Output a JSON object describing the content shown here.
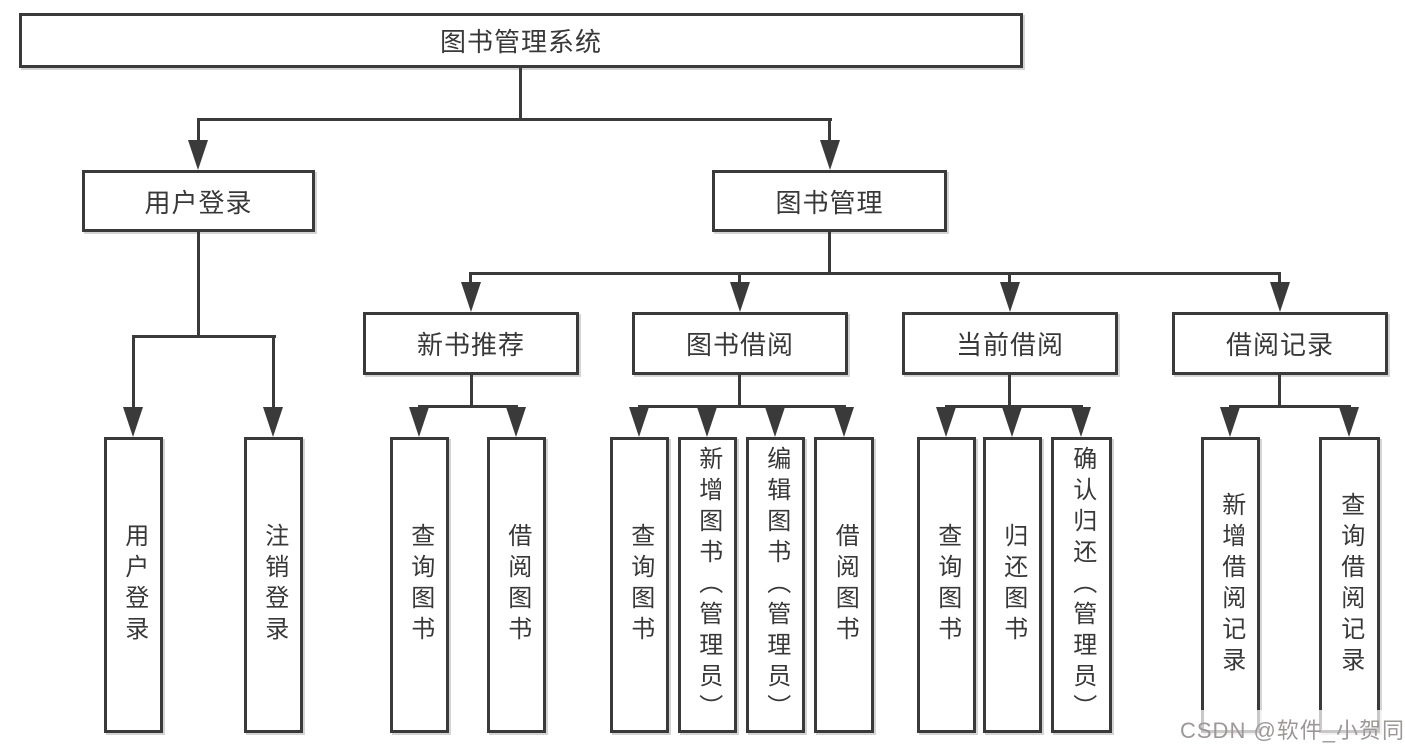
{
  "diagram": {
    "root_label": "图书管理系统",
    "level2": {
      "user_login": "用户登录",
      "book_mgmt": "图书管理"
    },
    "level3": {
      "new_books": "新书推荐",
      "book_borrow": "图书借阅",
      "current_borrow": "当前借阅",
      "borrow_records": "借阅记录"
    },
    "leaves": {
      "user_login": [
        "用户登录",
        "注销登录"
      ],
      "new_books": [
        "查询图书",
        "借阅图书"
      ],
      "book_borrow": [
        "查询图书",
        "新增图书（管理员）",
        "编辑图书（管理员）",
        "借阅图书"
      ],
      "current_borrow": [
        "查询图书",
        "归还图书",
        "确认归还（管理员）"
      ],
      "borrow_records": [
        "新增借阅记录",
        "查询借阅记录"
      ]
    }
  },
  "watermark": {
    "text": "CSDN @软件_小贺同学"
  },
  "colors": {
    "line": "#3a3a3a",
    "text": "#383838",
    "background": "#ffffff",
    "box_fill": "#ffffff",
    "watermark": "#9e9797"
  }
}
